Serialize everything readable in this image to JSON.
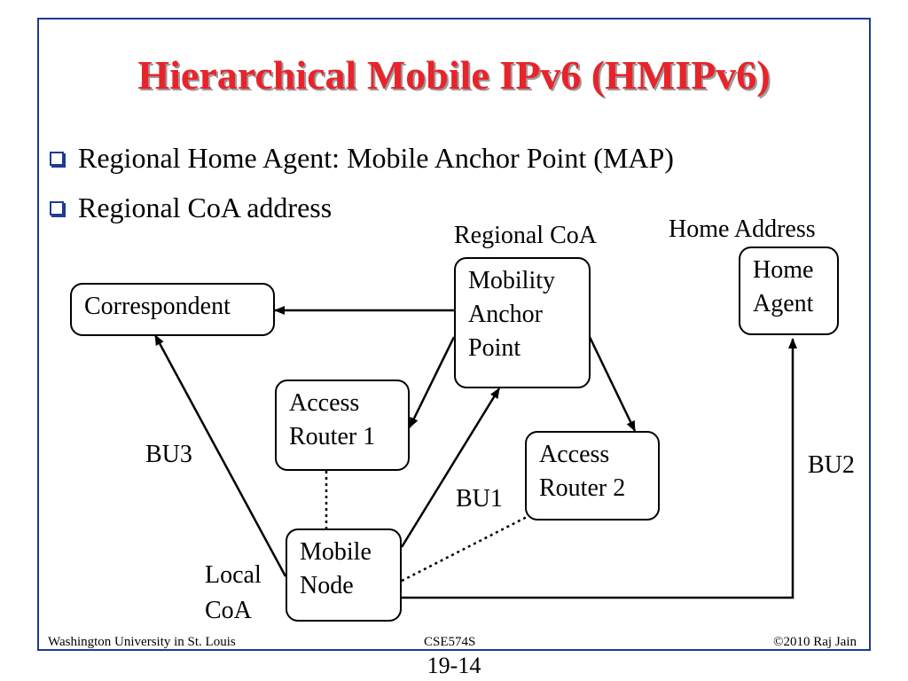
{
  "slide": {
    "title": "Hierarchical Mobile IPv6 (HMIPv6)",
    "bullets": [
      "Regional Home Agent: Mobile Anchor Point (MAP)",
      "Regional CoA address"
    ],
    "footer_left": "Washington University in St. Louis",
    "footer_center": "CSE574S",
    "footer_right": "©2010 Raj Jain",
    "page_number": "19-14"
  },
  "diagram": {
    "nodes": {
      "correspondent": {
        "lines": [
          "Correspondent"
        ]
      },
      "map": {
        "lines": [
          "Mobility",
          "Anchor",
          "Point"
        ]
      },
      "home_agent": {
        "lines": [
          "Home",
          "Agent"
        ]
      },
      "access_router_1": {
        "lines": [
          "Access",
          "Router 1"
        ]
      },
      "access_router_2": {
        "lines": [
          "Access",
          "Router 2"
        ]
      },
      "mobile_node": {
        "lines": [
          "Mobile",
          "Node"
        ]
      }
    },
    "labels": {
      "regional_coa": "Regional CoA",
      "home_address": "Home Address",
      "bu1": "BU1",
      "bu2": "BU2",
      "bu3": "BU3",
      "local_coa_line1": "Local",
      "local_coa_line2": "CoA"
    }
  }
}
